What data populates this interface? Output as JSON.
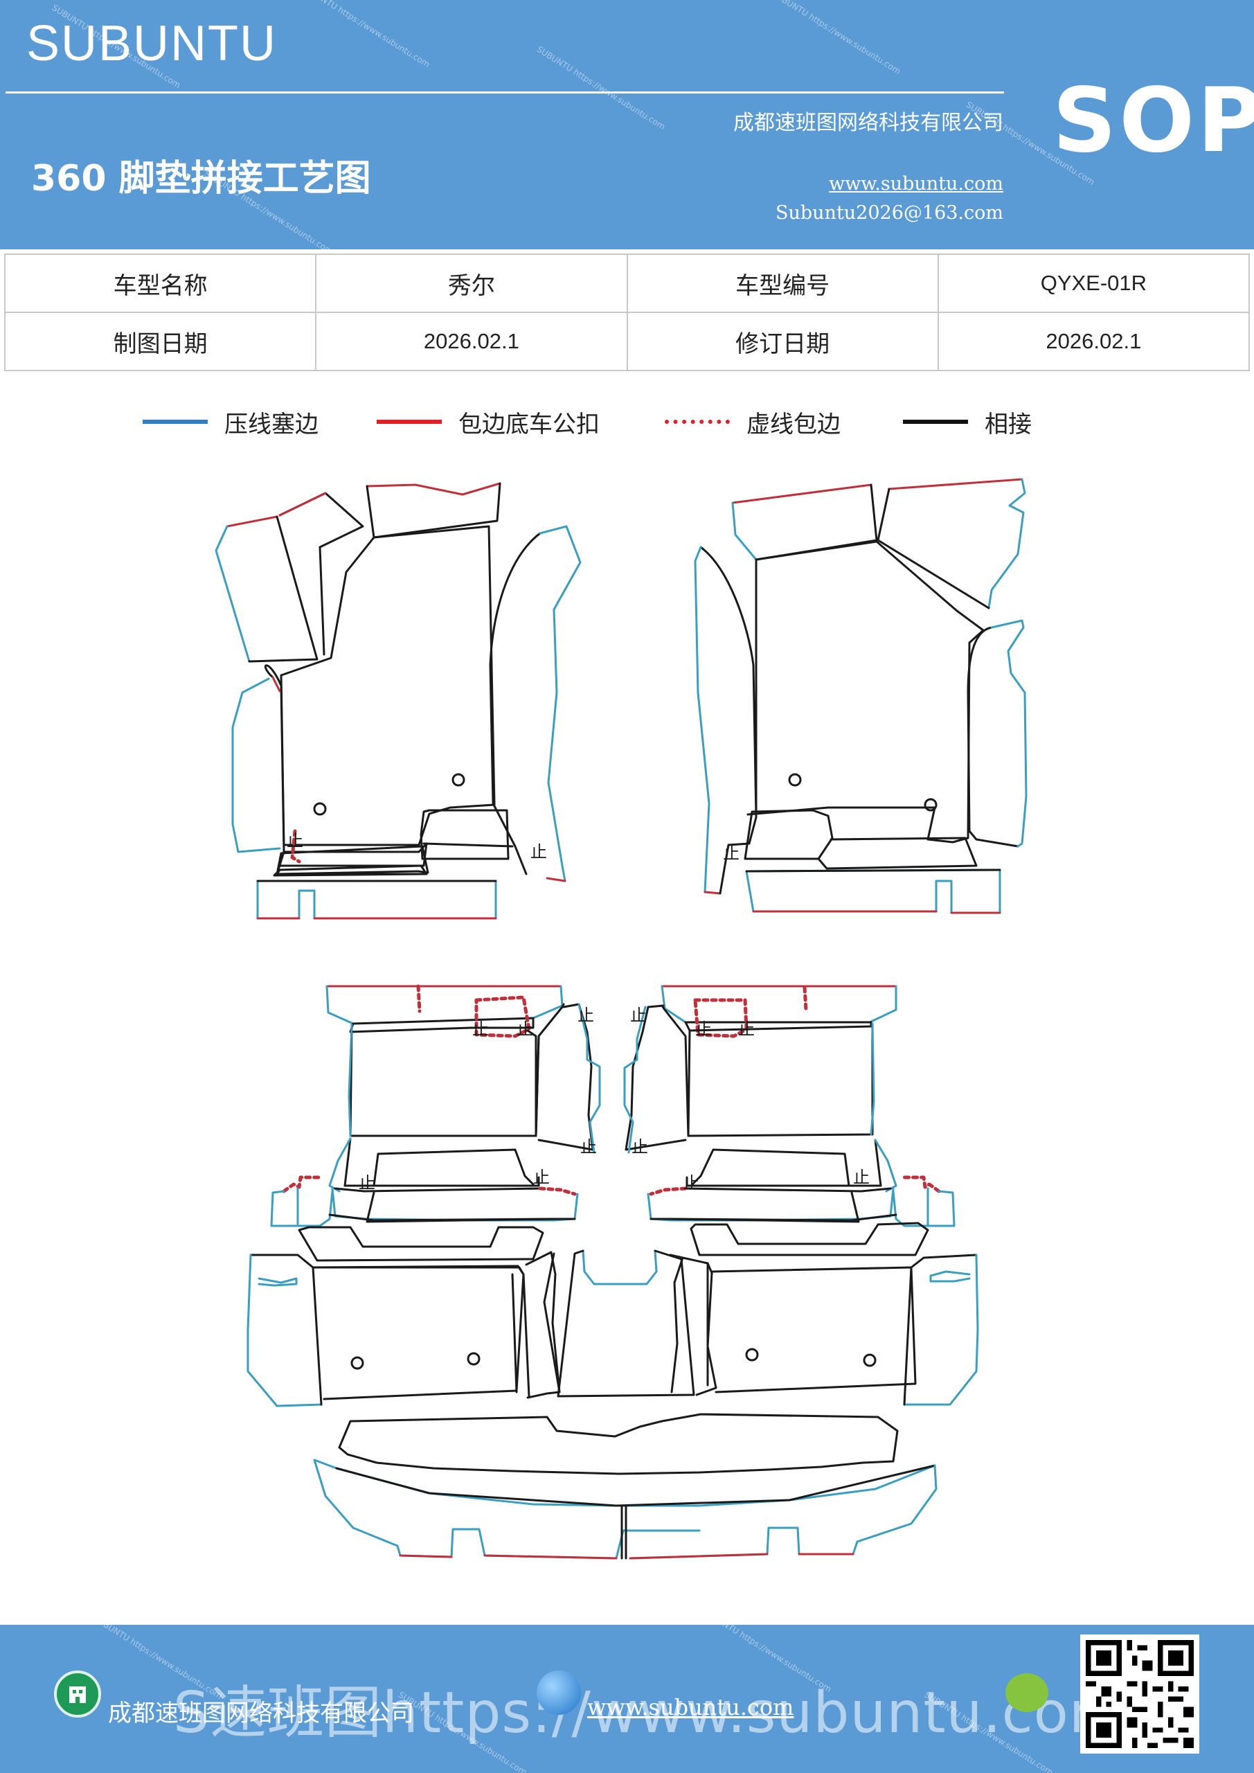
{
  "header": {
    "brand": "SUBUNTU",
    "sop_label": "SOP",
    "company": "成都速班图网络科技有限公司",
    "title": "360 脚垫拼接工艺图",
    "website": "www.subuntu.com",
    "email": "Subuntu2026@163.com",
    "watermark": "SUBUNTU https://www.subuntu.com"
  },
  "info": {
    "model_name_label": "车型名称",
    "model_name_value": "秀尔",
    "model_code_label": "车型编号",
    "model_code_value": "QYXE-01R",
    "draw_date_label": "制图日期",
    "draw_date_value": "2026.02.1",
    "revise_date_label": "修订日期",
    "revise_date_value": "2026.02.1"
  },
  "legend": [
    {
      "label": "压线塞边",
      "color": "#2f7fc1",
      "style": "solid"
    },
    {
      "label": "包边底车公扣",
      "color": "#e21f26",
      "style": "solid"
    },
    {
      "label": "虚线包边",
      "color": "#e21f26",
      "style": "dotted"
    },
    {
      "label": "相接",
      "color": "#111111",
      "style": "solid"
    }
  ],
  "colors": {
    "header_bg": "#5b9bd5",
    "press_line": "#3a9ec0",
    "wrap_edge": "#c0303b",
    "joint": "#1a1a1a"
  },
  "diagram": {
    "joint_mark": "止"
  },
  "footer": {
    "company": "成都速班图网络科技有限公司",
    "overlay": "S速班图https://www.subuntu.com",
    "website": "www.subuntu.com"
  },
  "icons": {
    "footer_left": "building-icon",
    "footer_globe": "globe-icon",
    "footer_wechat": "wechat-icon",
    "qr": "qr-code-icon"
  }
}
